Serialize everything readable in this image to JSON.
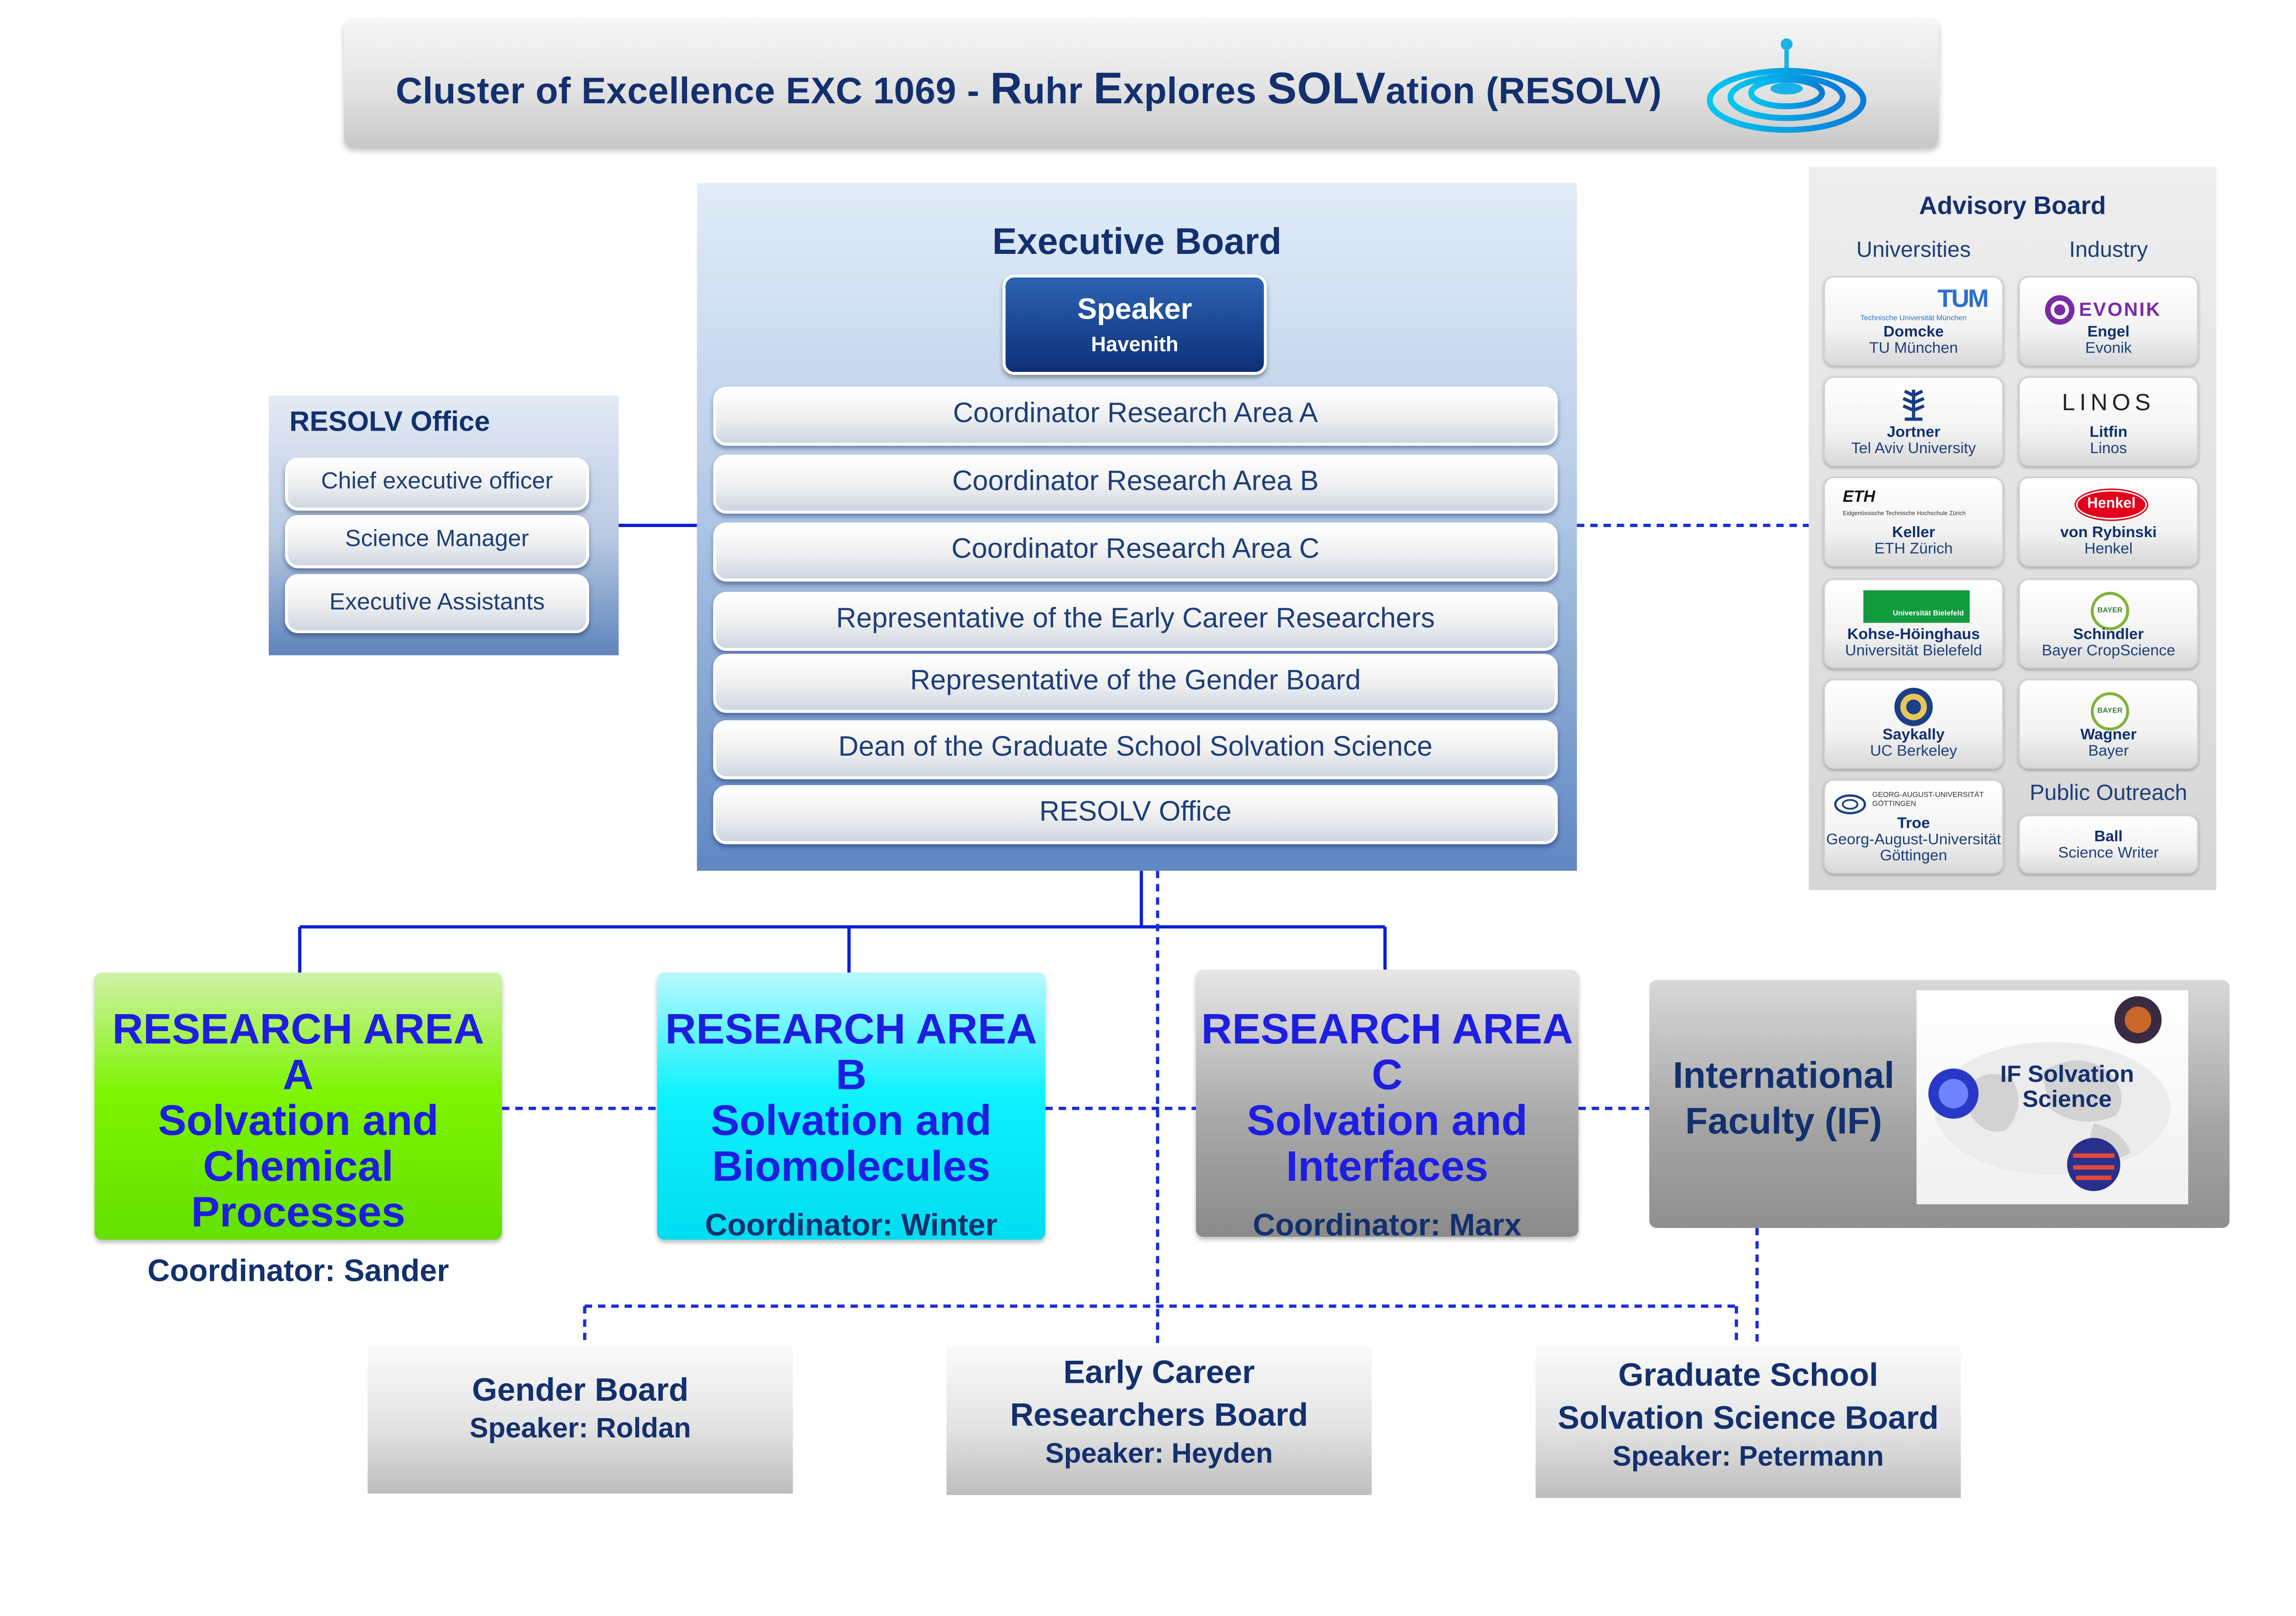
{
  "title": {
    "prefix": "Cluster of Excellence  EXC 1069   -  ",
    "r": "R",
    "r_rest": "uhr ",
    "e": "E",
    "e_rest": "xplores ",
    "solv": "SOLV",
    "solv_rest": "ation (RESOLV)"
  },
  "executive_board": {
    "title": "Executive Board",
    "speaker_label": "Speaker",
    "speaker_name": "Havenith",
    "members": [
      "Coordinator Research Area A",
      "Coordinator Research Area B",
      "Coordinator Research Area C",
      "Representative of the Early Career Researchers",
      "Representative of the Gender Board",
      "Dean of the Graduate School Solvation Science",
      "RESOLV  Office"
    ]
  },
  "resolv_office": {
    "title": "RESOLV Office",
    "items": [
      "Chief executive officer",
      "Science Manager",
      "Executive Assistants"
    ]
  },
  "advisory_board": {
    "title": "Advisory Board",
    "universities_label": "Universities",
    "industry_label": "Industry",
    "public_outreach_label": "Public Outreach",
    "universities": [
      {
        "name": "Domcke",
        "affiliation": "TU München",
        "logo": "TUM",
        "logo_sub": "Technische Universität München"
      },
      {
        "name": "Jortner",
        "affiliation": "Tel Aviv University",
        "logo": "tel-aviv-emblem"
      },
      {
        "name": "Keller",
        "affiliation": "ETH Zürich",
        "logo": "ETH",
        "logo_sub": "Eidgenössische Technische Hochschule Zürich"
      },
      {
        "name": "Kohse-Höinghaus",
        "affiliation": "Universität Bielefeld",
        "logo": "Universität Bielefeld"
      },
      {
        "name": "Saykally",
        "affiliation": "UC Berkeley",
        "logo": "berkeley-seal"
      },
      {
        "name": "Troe",
        "affiliation": "Georg-August-Universität Göttingen",
        "logo": "GEORG-AUGUST-UNIVERSITÄT GÖTTINGEN"
      }
    ],
    "industry": [
      {
        "name": "Engel",
        "affiliation": "Evonik",
        "logo": "EVONIK"
      },
      {
        "name": "Litfin",
        "affiliation": "Linos",
        "logo": "LINOS"
      },
      {
        "name": "von Rybinski",
        "affiliation": "Henkel",
        "logo": "Henkel"
      },
      {
        "name": "Schindler",
        "affiliation": "Bayer CropScience",
        "logo": "BAYER"
      },
      {
        "name": "Wagner",
        "affiliation": "Bayer",
        "logo": "BAYER"
      }
    ],
    "public_outreach": [
      {
        "name": "Ball",
        "affiliation": "Science Writer"
      }
    ]
  },
  "research_areas": [
    {
      "title_line1": "RESEARCH AREA A",
      "title_line2": "Solvation and",
      "title_line3": "Chemical Processes",
      "coordinator": "Coordinator: Sander",
      "color": "#7df400"
    },
    {
      "title_line1": "RESEARCH AREA B",
      "title_line2": "Solvation and",
      "title_line3": "Biomolecules",
      "coordinator": "Coordinator: Winter",
      "color": "#10f2ff"
    },
    {
      "title_line1": "RESEARCH AREA C",
      "title_line2": "Solvation and",
      "title_line3": "Interfaces",
      "coordinator": "Coordinator: Marx",
      "color": "#a9a9a9"
    }
  ],
  "international_faculty": {
    "title_line1": "International",
    "title_line2": "Faculty (IF)",
    "image_label_line1": "IF Solvation",
    "image_label_line2": "Science"
  },
  "boards": [
    {
      "title_line1": "Gender Board",
      "title_line2": "",
      "speaker": "Speaker: Roldan"
    },
    {
      "title_line1": "Early Career",
      "title_line2": "Researchers Board",
      "speaker": "Speaker: Heyden"
    },
    {
      "title_line1": "Graduate School",
      "title_line2": "Solvation Science Board",
      "speaker": "Speaker: Petermann"
    }
  ],
  "colors": {
    "navy": "#13306e",
    "connector_solid": "#0b1fd6",
    "connector_dashed": "#1a2fd9",
    "area_title_blue": "#1d1ee0"
  }
}
